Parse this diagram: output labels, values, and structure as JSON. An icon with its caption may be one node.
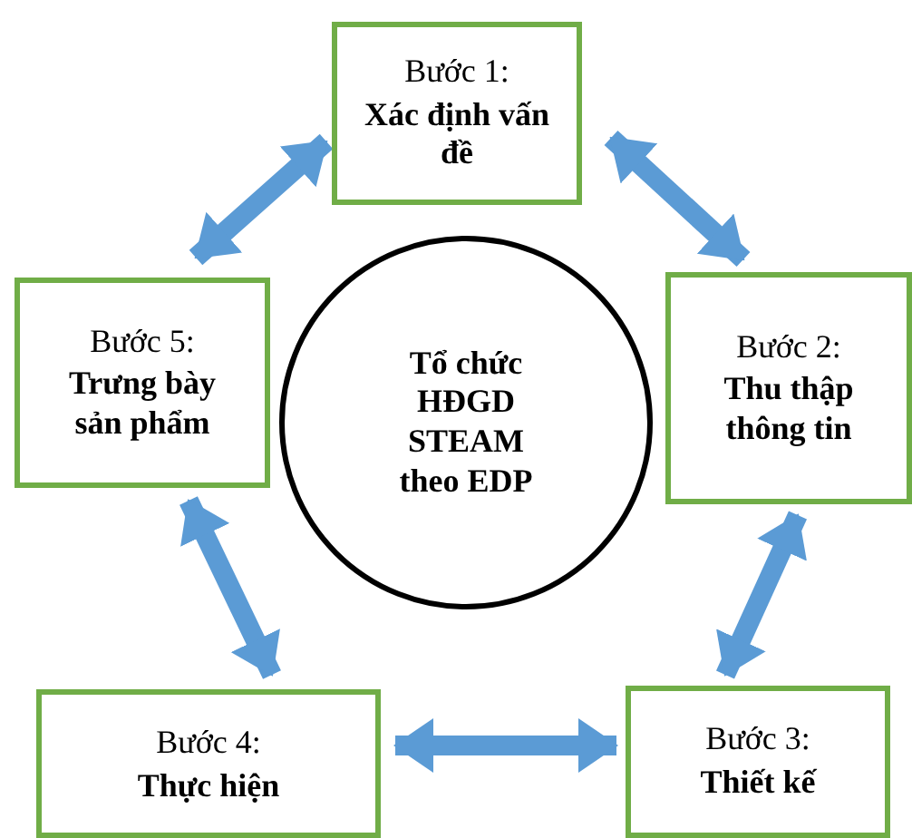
{
  "diagram": {
    "nodes": [
      {
        "text": [
          "Bước 1:",
          "Xác định vấn đề"
        ]
      },
      {
        "text": [
          "Bước 2:",
          "Thu thập thông tin"
        ]
      },
      {
        "text": [
          "Bước 3:",
          "Thiết kế"
        ]
      },
      {
        "text": [
          "Bước 4:",
          "Thực hiện"
        ]
      },
      {
        "text": [
          "Bước 5:",
          "Trưng bày sản phẩm"
        ]
      },
      {
        "text": [
          "Tổ chức HĐGD STEAM theo EDP"
        ]
      }
    ],
    "edges": [
      {
        "from": 4,
        "to": 0,
        "arrow": "both"
      },
      {
        "from": 0,
        "to": 1,
        "arrow": "both"
      },
      {
        "from": 1,
        "to": 2,
        "arrow": "both"
      },
      {
        "from": 2,
        "to": 3,
        "arrow": "both"
      },
      {
        "from": 3,
        "to": 4,
        "arrow": "both"
      }
    ]
  }
}
